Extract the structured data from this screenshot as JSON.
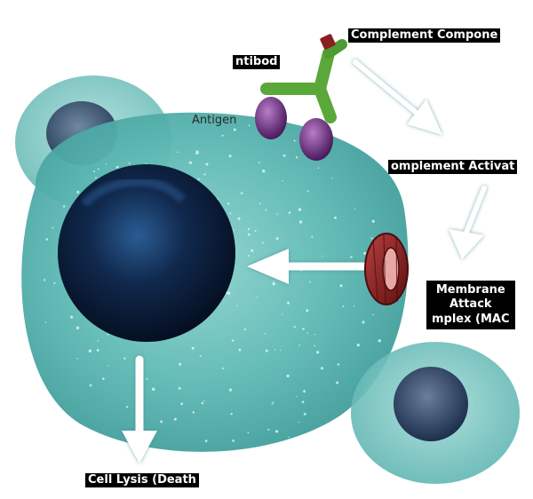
{
  "labels": {
    "complement_component": "Complement Compone",
    "antibody": "ntibod",
    "antigen": "Antigen",
    "complement_activation": "omplement Activat",
    "mac": "Membrane\nAttack\nmplex (MAC",
    "cell_lysis": "Cell Lysis (Death"
  },
  "colors": {
    "cell_teal": "#6fc6c0",
    "nucleus_dark": "#0a1f3c",
    "antibody_green": "#5aa83a",
    "antigen_purple": "#7a2f8c",
    "mac_red": "#8a1f1f",
    "arrow_white": "#ffffff"
  }
}
